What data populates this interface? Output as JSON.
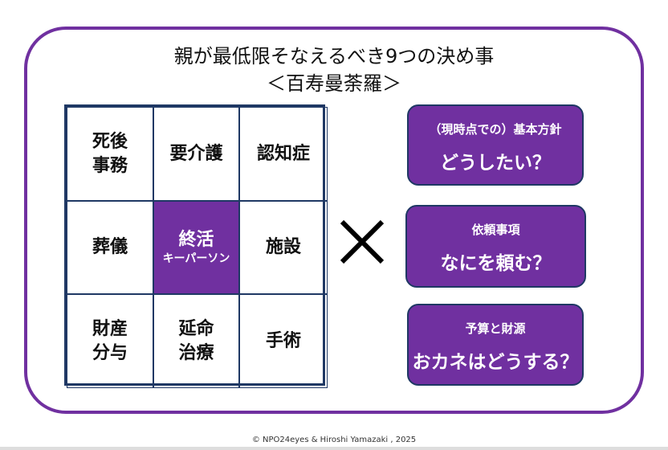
{
  "title": {
    "line1": "親が最低限そなえるべき9つの決め事",
    "line2": "＜百寿曼荼羅＞"
  },
  "grid": [
    {
      "label": "死後\n事務"
    },
    {
      "label": "要介護"
    },
    {
      "label": "認知症"
    },
    {
      "label": "葬儀"
    },
    {
      "label": "終活",
      "sub": "キーパーソン"
    },
    {
      "label": "施設"
    },
    {
      "label": "財産\n分与"
    },
    {
      "label": "延命\n治療"
    },
    {
      "label": "手術"
    }
  ],
  "cross_symbol": "×",
  "boxes": [
    {
      "heading": "（現時点での）基本方針",
      "question": "どうしたい？"
    },
    {
      "heading": "依頼事項",
      "question": "なにを頼む？"
    },
    {
      "heading": "予算と財源",
      "question": "おカネはどうする？"
    }
  ],
  "footer": "© NPO24eyes & Hiroshi Yamazaki , 2025",
  "colors": {
    "purple": "#7030a0",
    "navy": "#1f3864"
  }
}
